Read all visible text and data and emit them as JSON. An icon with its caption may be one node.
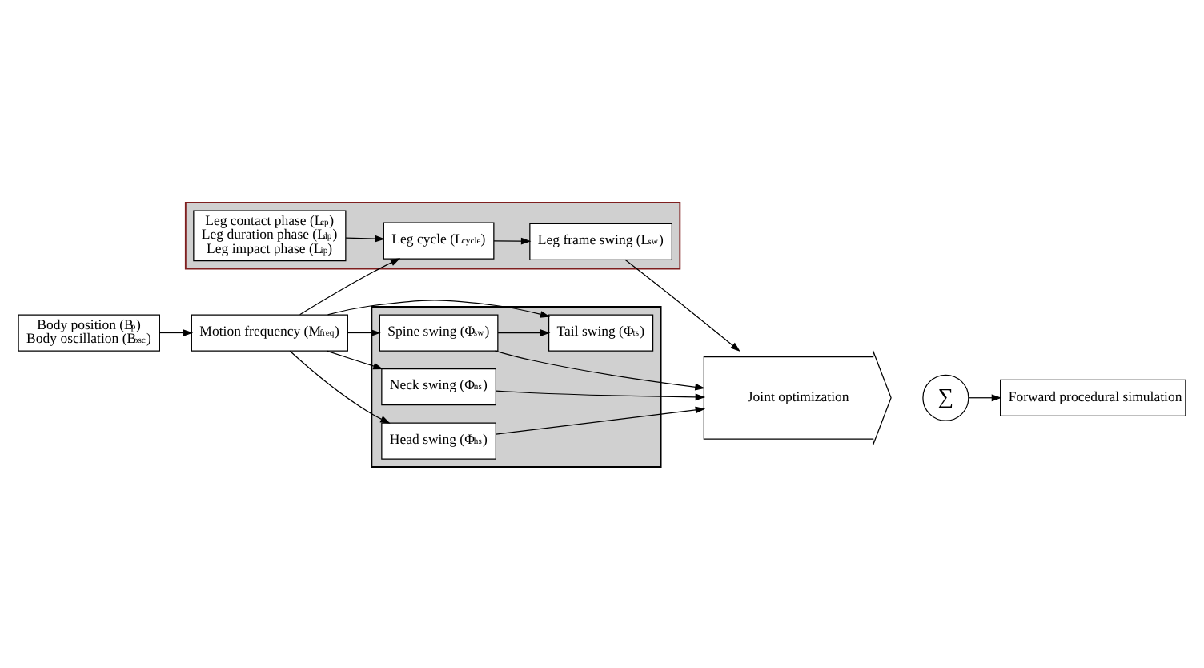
{
  "diagram": {
    "nodes": [
      {
        "text": [
          "Motion frequency (M$_{freq}$)"
        ]
      },
      {
        "text": [
          "Body position (B$_{p}$)",
          "Body oscillation (B$_{osc}$)"
        ]
      },
      {
        "text": [],
        "shape": "box"
      },
      {
        "text": [
          "Spine swing (Φ$_{sw}$)"
        ],
        "in": 2
      },
      {
        "text": [
          "Tail swing (Φ$_{ts}$)"
        ],
        "in": 2
      },
      {
        "text": [
          "Neck swing (Φ$_{ns}$)"
        ],
        "in": 2
      },
      {
        "text": [
          "Head swing (Φ$_{hs}$)"
        ],
        "in": 2
      },
      {
        "text": [
          "Joint optimization"
        ]
      },
      {
        "text": [
          "∑"
        ]
      },
      {
        "text": [
          "Forward procedural simulation"
        ]
      },
      {
        "text": [],
        "shape": "box"
      },
      {
        "text": [
          "Leg contact phase (L$_{cp}$)",
          "Leg duration phase (L$_{dp}$)",
          "Leg impact phase (L$_{ip}$)"
        ],
        "in": 10
      },
      {
        "text": [
          "Leg cycle (L$_{cycle}$)"
        ],
        "in": 10
      },
      {
        "text": [
          "Leg frame swing (L$_{sw}$)"
        ],
        "in": 10
      }
    ],
    "edges": [
      {
        "from": 1,
        "to": 0,
        "arrow": "to"
      },
      {
        "from": 0,
        "to": 3,
        "arrow": "to"
      },
      {
        "from": 0,
        "to": 4,
        "arrow": "to"
      },
      {
        "from": 0,
        "to": 5,
        "arrow": "to"
      },
      {
        "from": 0,
        "to": 6,
        "arrow": "to"
      },
      {
        "from": 3,
        "to": 4,
        "arrow": "to"
      },
      {
        "from": 3,
        "to": 7,
        "arrow": "to"
      },
      {
        "from": 5,
        "to": 7,
        "arrow": "to"
      },
      {
        "from": 6,
        "to": 7,
        "arrow": "to"
      },
      {
        "from": 13,
        "to": 7,
        "arrow": "to"
      },
      {
        "from": 0,
        "to": 12,
        "arrow": "to"
      },
      {
        "from": 11,
        "to": 12,
        "arrow": "to"
      },
      {
        "from": 12,
        "to": 13,
        "arrow": "to"
      },
      {
        "from": 8,
        "to": 9,
        "arrow": "to"
      }
    ]
  }
}
